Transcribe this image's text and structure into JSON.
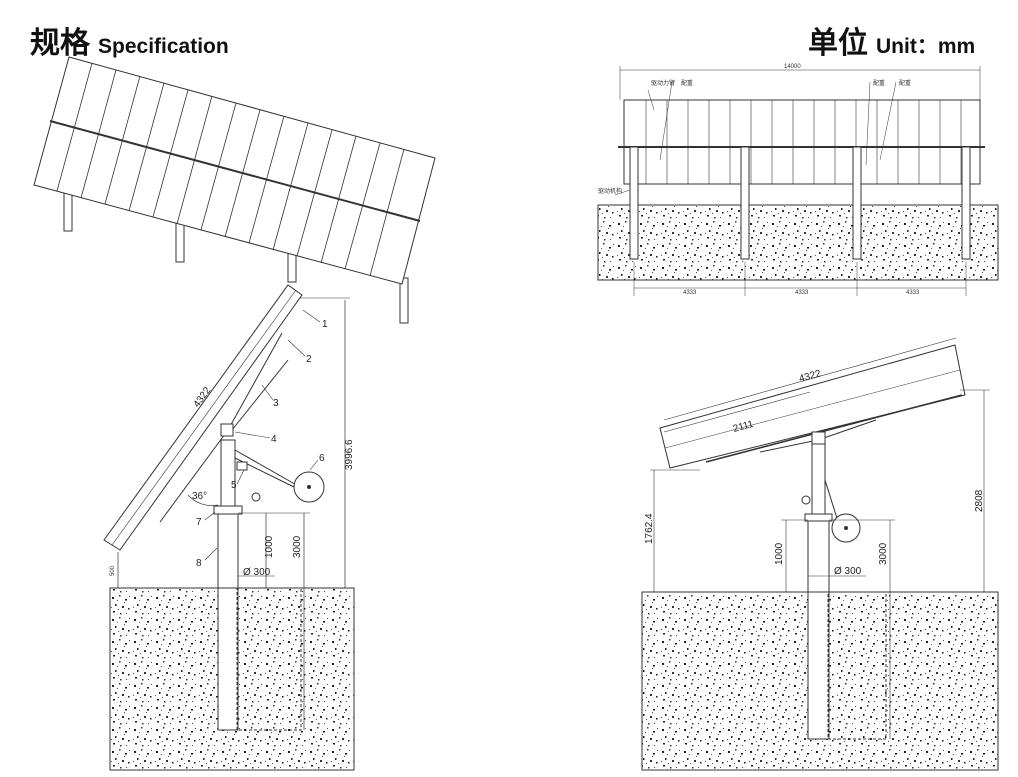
{
  "header": {
    "title_cn": "规格",
    "title_en": "Specification",
    "unit_cn": "单位",
    "unit_en": "Unit：mm"
  },
  "side_view": {
    "panel_length": "4322",
    "total_height": "3996.6",
    "ground_clearance": "500",
    "tilt_angle": "36°",
    "pile_depth": "1000",
    "foundation_depth": "3000",
    "pile_diameter": "Ø 300",
    "part_labels": [
      "1",
      "2",
      "3",
      "4",
      "5",
      "6",
      "7",
      "8"
    ]
  },
  "front_view": {
    "overall_width": "14000",
    "spans": [
      "4333",
      "4333",
      "4333"
    ],
    "annotations": [
      "驱动力臂",
      "配重",
      "配重",
      "配重",
      "驱动机构"
    ]
  },
  "east_west_view": {
    "panel_length": "4322",
    "half_length": "2111",
    "total_height": "2808",
    "pivot_height": "1762.4",
    "pile_depth": "1000",
    "foundation_depth": "3000",
    "pile_diameter": "Ø 300"
  }
}
